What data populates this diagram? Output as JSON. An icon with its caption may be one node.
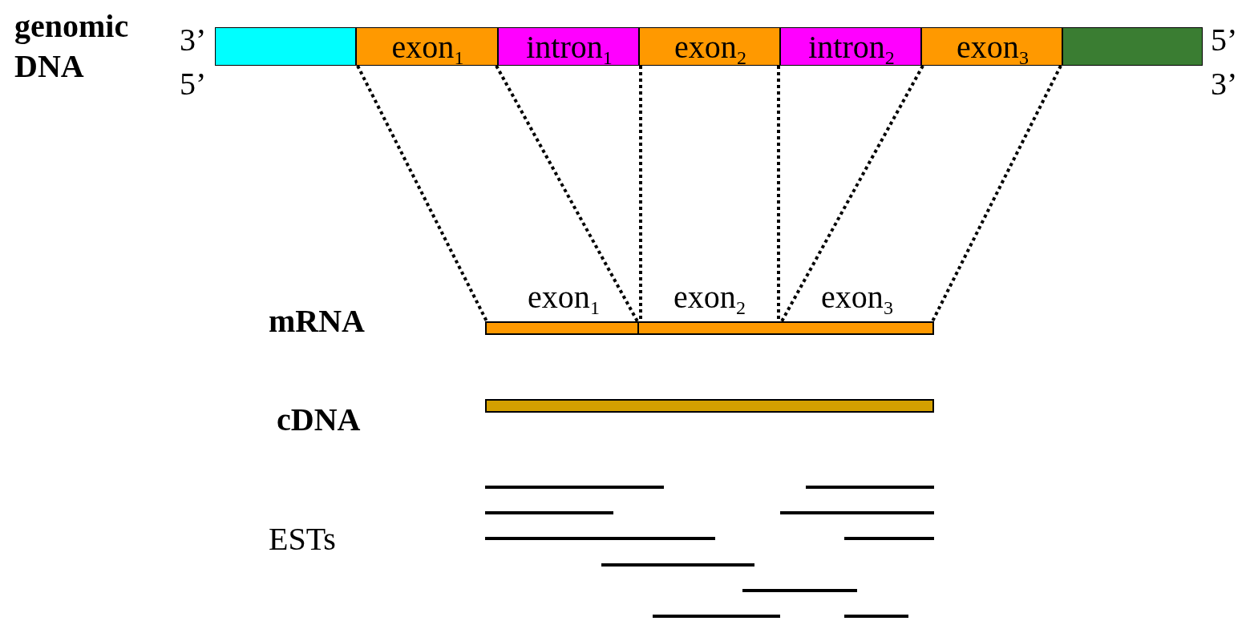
{
  "diagram": {
    "nodes": [
      {
        "text": [
          "genomic DNA"
        ]
      },
      {
        "text": [],
        "shape": "box",
        "in": 0,
        "beside": [
          "3’",
          "5’"
        ]
      },
      {
        "text": [
          "exon$_{1}$"
        ],
        "in": 0
      },
      {
        "text": [
          "intron$_{1}$"
        ],
        "in": 0
      },
      {
        "text": [
          "exon$_{2}$"
        ],
        "in": 0
      },
      {
        "text": [
          "intron$_{2}$"
        ],
        "in": 0
      },
      {
        "text": [
          "exon$_{3}$"
        ],
        "in": 0
      },
      {
        "text": [],
        "shape": "box",
        "in": 0,
        "beside": [
          "5’",
          "3’"
        ]
      },
      {
        "text": [
          "mRNA"
        ]
      },
      {
        "text": [
          "exon$_{1}$"
        ],
        "in": 8
      },
      {
        "text": [
          "exon$_{2}$"
        ],
        "in": 8
      },
      {
        "text": [
          "exon$_{3}$"
        ],
        "in": 8
      },
      {
        "text": [
          "cDNA"
        ]
      },
      {
        "text": [
          "ESTs"
        ]
      },
      {
        "text": [],
        "shape": "bar",
        "in": 13
      },
      {
        "text": [],
        "shape": "bar",
        "in": 13
      },
      {
        "text": [],
        "shape": "bar",
        "in": 13
      },
      {
        "text": [],
        "shape": "bar",
        "in": 13
      },
      {
        "text": [],
        "shape": "bar",
        "in": 13
      },
      {
        "text": [],
        "shape": "bar",
        "in": 13
      },
      {
        "text": [],
        "shape": "bar",
        "in": 13
      },
      {
        "text": [],
        "shape": "bar",
        "in": 13
      },
      {
        "text": [],
        "shape": "bar",
        "in": 13
      },
      {
        "text": [],
        "shape": "bar",
        "in": 13
      }
    ],
    "edges": [
      {
        "from": 2,
        "to": 9,
        "arrow": "none",
        "style": "dashed"
      },
      {
        "from": 2,
        "to": 9,
        "arrow": "none",
        "style": "dashed"
      },
      {
        "from": 4,
        "to": 10,
        "arrow": "none",
        "style": "dashed"
      },
      {
        "from": 4,
        "to": 10,
        "arrow": "none",
        "style": "dashed"
      },
      {
        "from": 6,
        "to": 11,
        "arrow": "none",
        "style": "dashed"
      },
      {
        "from": 6,
        "to": 11,
        "arrow": "none",
        "style": "dashed"
      }
    ]
  }
}
